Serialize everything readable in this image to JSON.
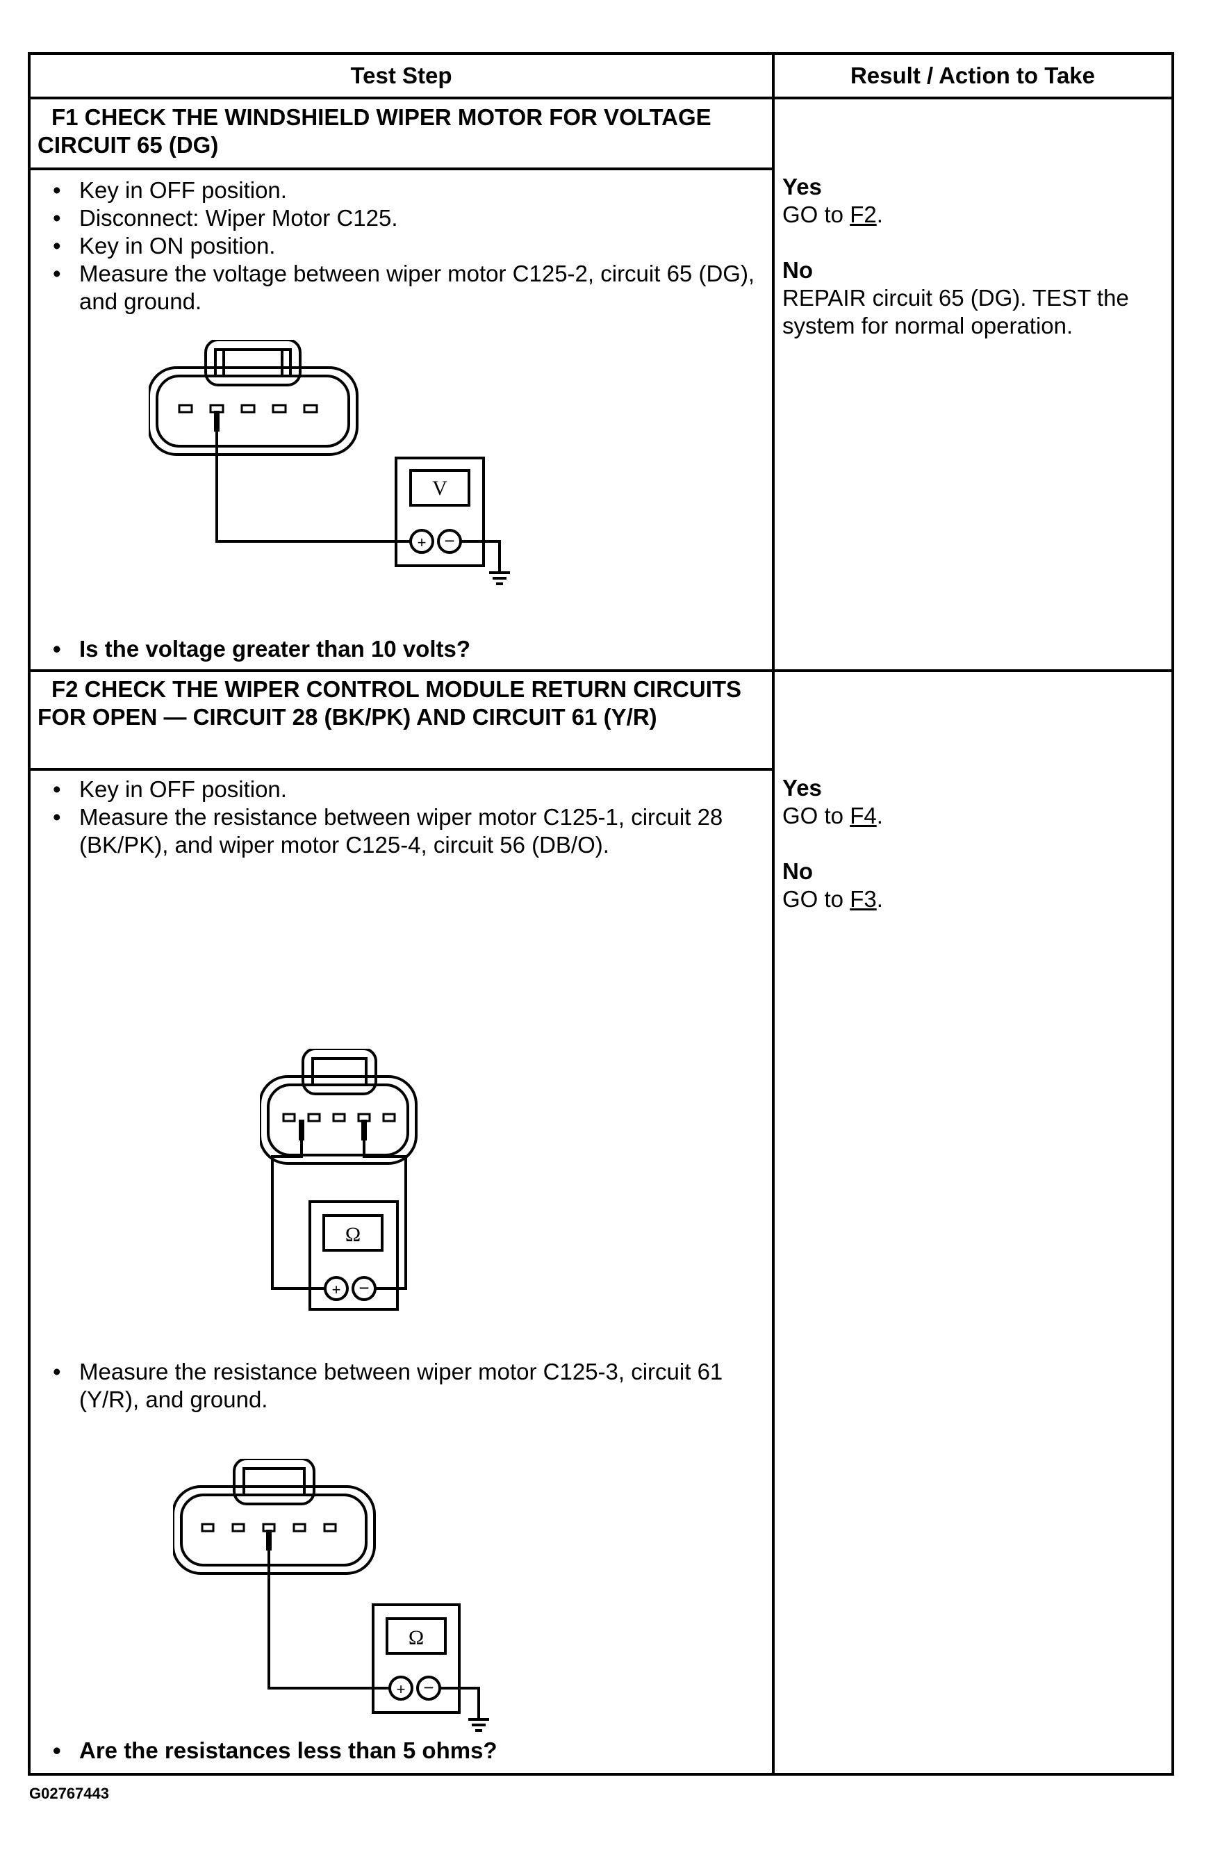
{
  "table": {
    "col_test_step": "Test Step",
    "col_result": "Result / Action to Take"
  },
  "f1": {
    "title": "F1 CHECK THE WINDSHIELD WIPER MOTOR FOR VOLTAGE CIRCUIT 65 (DG)",
    "steps": [
      "Key in OFF position.",
      "Disconnect: Wiper Motor C125.",
      "Key in ON position.",
      "Measure the voltage between wiper motor C125-2, circuit 65 (DG), and ground."
    ],
    "meter_label": "V",
    "question": "Is the voltage greater than 10 volts?",
    "yes_label": "Yes",
    "yes_action": "GO to",
    "yes_link": "F2",
    "no_label": "No",
    "no_action": "REPAIR circuit 65 (DG). TEST the system for normal operation."
  },
  "f2": {
    "title": "F2 CHECK THE WIPER CONTROL MODULE RETURN CIRCUITS FOR OPEN — CIRCUIT 28 (BK/PK) AND CIRCUIT 61 (Y/R)",
    "steps": [
      "Key in OFF position.",
      "Measure the resistance between wiper motor C125-1, circuit 28 (BK/PK), and wiper motor C125-4, circuit 56 (DB/O)."
    ],
    "step_2b": "Measure the resistance between wiper motor C125-3, circuit 61 (Y/R), and ground.",
    "meter_label": "Ω",
    "question": "Are the resistances less than 5 ohms?",
    "yes_label": "Yes",
    "yes_action": "GO to",
    "yes_link": "F4",
    "no_label": "No",
    "no_action": "GO to",
    "no_link": "F3"
  },
  "figure_id": "G02767443"
}
